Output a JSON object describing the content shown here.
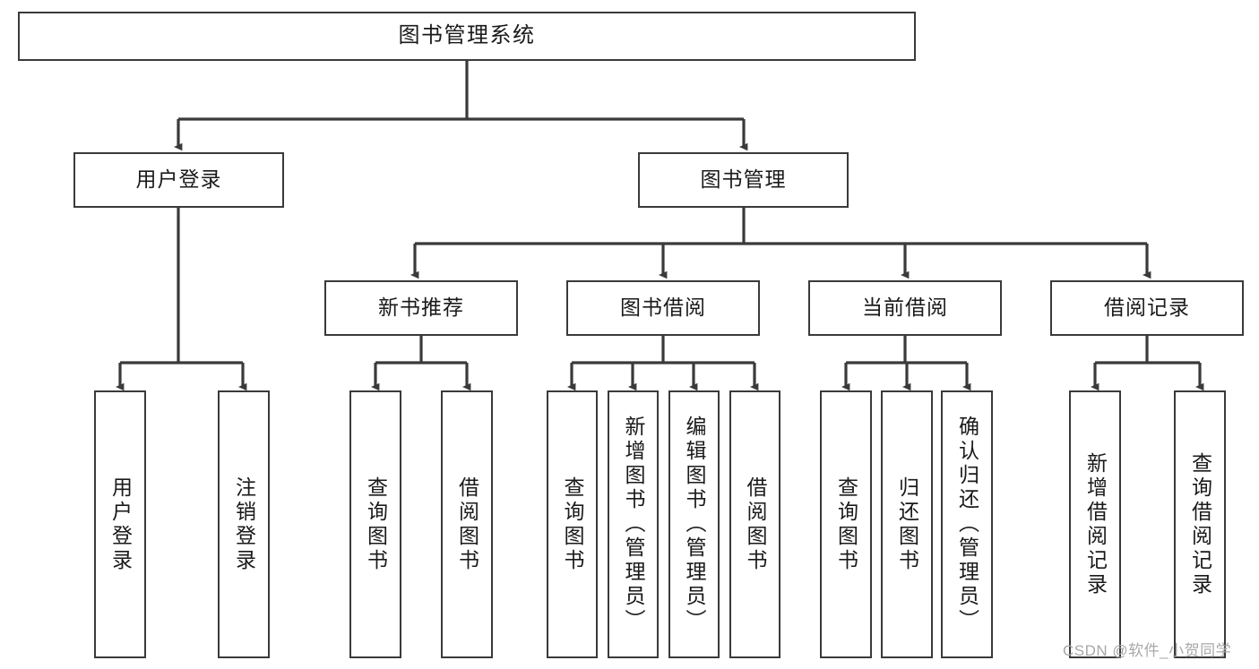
{
  "diagram": {
    "title": "图书管理系统",
    "type": "tree-hierarchy",
    "watermark": "CSDN @软件_小贺同学",
    "colors": {
      "stroke": "#3a3a3a",
      "fill": "#ffffff",
      "text": "#1a1a1a",
      "watermark": "#a8a8a8"
    }
  },
  "nodes": {
    "root": {
      "label": "图书管理系统"
    },
    "level2": [
      {
        "id": "user-login",
        "label": "用户登录"
      },
      {
        "id": "book-manage",
        "label": "图书管理"
      }
    ],
    "level3": [
      {
        "id": "new-book-recommend",
        "label": "新书推荐"
      },
      {
        "id": "book-borrow",
        "label": "图书借阅"
      },
      {
        "id": "current-borrow",
        "label": "当前借阅"
      },
      {
        "id": "borrow-record",
        "label": "借阅记录"
      }
    ],
    "leaves": {
      "user_login": [
        {
          "id": "leaf-user-login",
          "label": "用户登录"
        },
        {
          "id": "leaf-logout",
          "label": "注销登录"
        }
      ],
      "new_book_recommend": [
        {
          "id": "leaf-query-book-1",
          "label": "查询图书"
        },
        {
          "id": "leaf-borrow-book-1",
          "label": "借阅图书"
        }
      ],
      "book_borrow": [
        {
          "id": "leaf-query-book-2",
          "label": "查询图书"
        },
        {
          "id": "leaf-add-book",
          "label": "新增图书（管理员）"
        },
        {
          "id": "leaf-edit-book",
          "label": "编辑图书（管理员）"
        },
        {
          "id": "leaf-borrow-book-2",
          "label": "借阅图书"
        }
      ],
      "current_borrow": [
        {
          "id": "leaf-query-book-3",
          "label": "查询图书"
        },
        {
          "id": "leaf-return-book",
          "label": "归还图书"
        },
        {
          "id": "leaf-confirm-return",
          "label": "确认归还（管理员）"
        }
      ],
      "borrow_record": [
        {
          "id": "leaf-add-record",
          "label": "新增借阅记录"
        },
        {
          "id": "leaf-query-record",
          "label": "查询借阅记录"
        }
      ]
    }
  }
}
